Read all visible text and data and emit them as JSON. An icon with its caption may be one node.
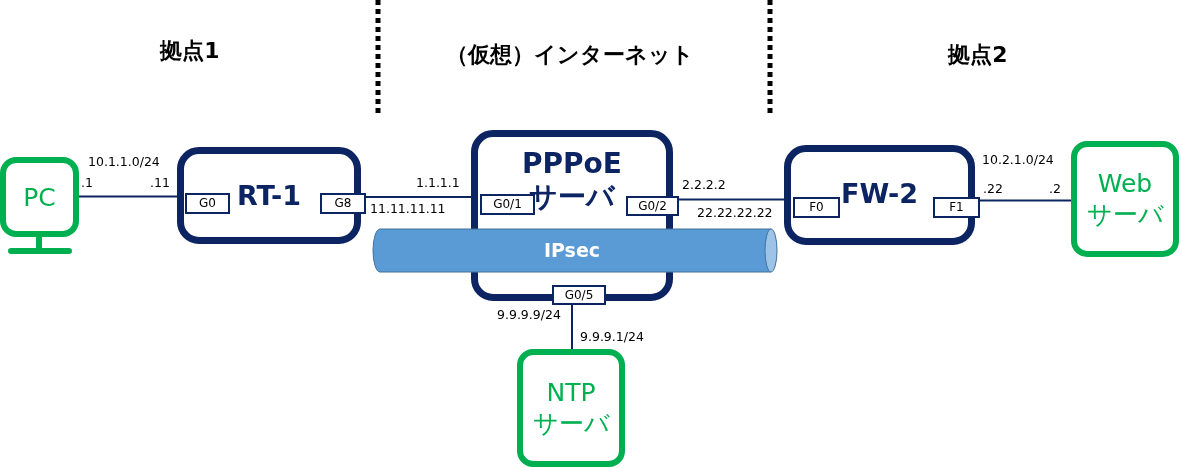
{
  "diagram": {
    "nodes": [
      {
        "text": [
          "PC"
        ]
      },
      {
        "text": [
          "RT-1"
        ]
      },
      {
        "text": [
          "G0"
        ],
        "in": 1
      },
      {
        "text": [
          "G8"
        ],
        "in": 1
      },
      {
        "text": [
          "PPPoE サーバ"
        ]
      },
      {
        "text": [
          "G0/1"
        ],
        "in": 4
      },
      {
        "text": [
          "G0/2"
        ],
        "in": 4
      },
      {
        "text": [
          "G0/5"
        ],
        "in": 4
      },
      {
        "text": [
          "FW-2"
        ]
      },
      {
        "text": [
          "F0"
        ],
        "in": 8
      },
      {
        "text": [
          "F1"
        ],
        "in": 8
      },
      {
        "text": [
          "Web サーバ"
        ]
      },
      {
        "text": [
          "NTP サーバ"
        ]
      },
      {
        "text": [
          "IPsec"
        ]
      }
    ],
    "edges": [
      {
        "from": 0,
        "to": 2,
        "arrow": "none"
      },
      {
        "from": 3,
        "to": 5,
        "arrow": "none"
      },
      {
        "from": 6,
        "to": 9,
        "arrow": "none"
      },
      {
        "from": 10,
        "to": 11,
        "arrow": "none"
      },
      {
        "from": 7,
        "to": 12,
        "arrow": "none"
      }
    ],
    "labels": [
      "拠点1",
      "（仮想）インターネット",
      "拠点2",
      "10.1.1.0/24",
      ".1",
      ".11",
      "1.1.1.1",
      "2.2.2.2",
      "10.2.1.0/24",
      ".22",
      ".2",
      "11.11.11.11",
      "22.22.22.22",
      "9.9.9.9/24",
      "9.9.9.1/24"
    ]
  }
}
